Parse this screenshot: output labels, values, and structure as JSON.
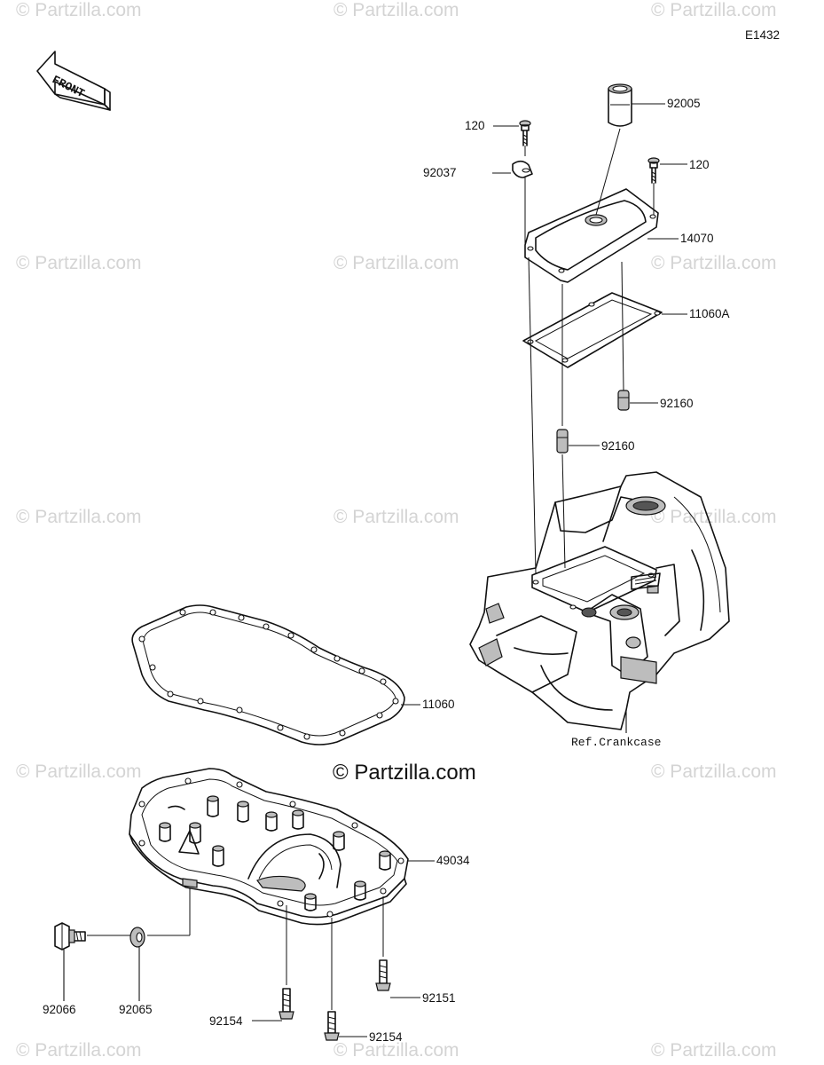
{
  "diagram_code": "E1432",
  "front_label": "FRONT",
  "center_watermark": "© Partzilla.com",
  "watermark_text": "© Partzilla.com",
  "reference_label": "Ref.Crankcase",
  "parts": {
    "oil_filler_plug": "92005",
    "bolt_top_left": "120",
    "bolt_top_right": "120",
    "clamp": "92037",
    "cover": "14070",
    "gasket_small": "11060A",
    "dowel_pin_right": "92160",
    "dowel_pin_left": "92160",
    "gasket_large": "11060",
    "oil_pan": "49034",
    "drain_plug": "92066",
    "drain_washer": "92065",
    "bolt_pan_right": "92151",
    "bolt_pan_left": "92154",
    "bolt_pan_center": "92154"
  }
}
